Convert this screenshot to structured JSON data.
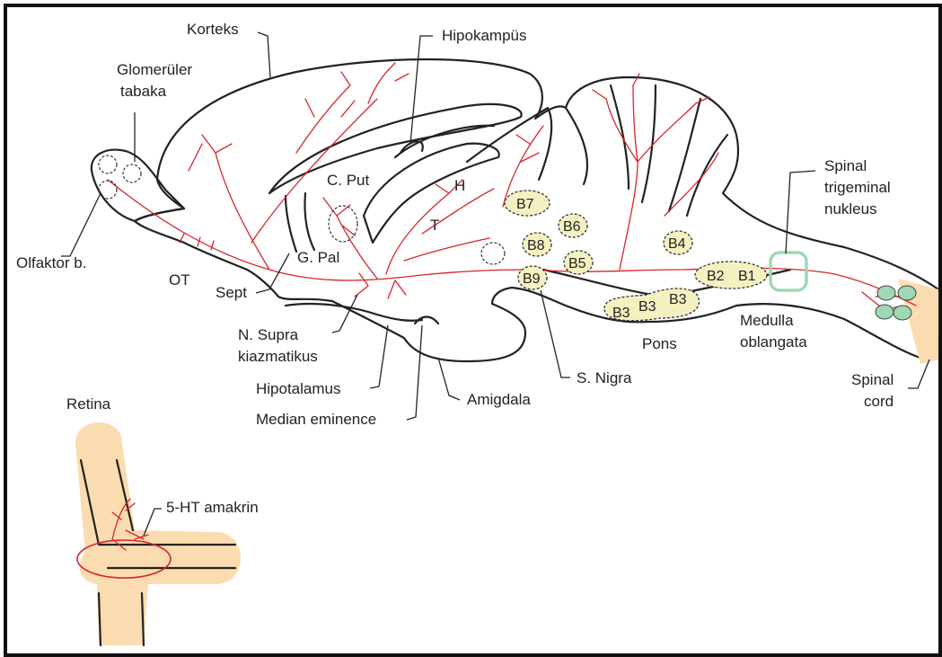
{
  "colors": {
    "tissue": "#fbdcb0",
    "fiber": "#d8232a",
    "nucleus_fill": "#f4f1c0",
    "trigeminal": "#9ed8b4",
    "outline": "#222222"
  },
  "labels": {
    "korteks": "Korteks",
    "hipokampus": "Hipokampüs",
    "glomeruler_1": "Glomerüler",
    "glomeruler_2": "tabaka",
    "c_put": "C. Put",
    "h": "H",
    "t": "T",
    "spinal_trig_1": "Spinal",
    "spinal_trig_2": "trigeminal",
    "spinal_trig_3": "nukleus",
    "olfaktor": "Olfaktor b.",
    "ot": "OT",
    "g_pal": "G. Pal",
    "sept": "Sept",
    "n_supra_1": "N. Supra",
    "n_supra_2": "kiazmatikus",
    "hipotalamus": "Hipotalamus",
    "median_eminence": "Median eminence",
    "amigdala": "Amigdala",
    "s_nigra": "S. Nigra",
    "pons": "Pons",
    "medulla_1": "Medulla",
    "medulla_2": "oblangata",
    "spinal_cord_1": "Spinal",
    "spinal_cord_2": "cord",
    "retina": "Retina",
    "amakrin": "5-HT amakrin"
  },
  "nuclei": {
    "b1": "B1",
    "b2": "B2",
    "b3a": "B3",
    "b3b": "B3",
    "b3c": "B3",
    "b4": "B4",
    "b5": "B5",
    "b6": "B6",
    "b7": "B7",
    "b8": "B8",
    "b9": "B9"
  }
}
